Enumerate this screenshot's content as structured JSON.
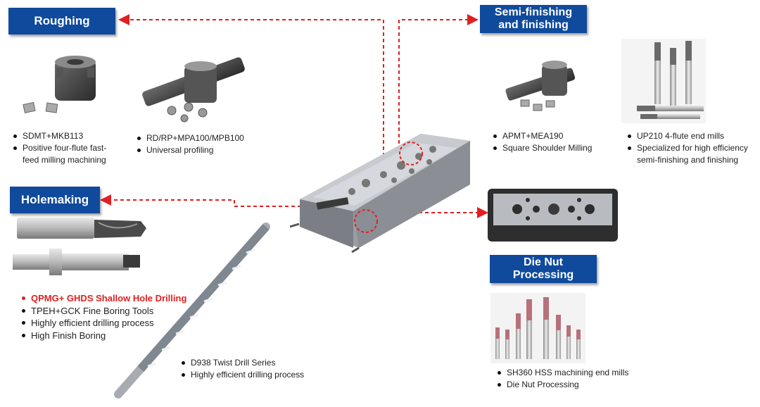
{
  "sections": {
    "roughing": {
      "title": "Roughing"
    },
    "semi_finishing": {
      "title_line1": "Semi-finishing",
      "title_line2": "and finishing"
    },
    "holemaking": {
      "title": "Holemaking"
    },
    "die_nut": {
      "title_line1": "Die Nut",
      "title_line2": "Processing"
    }
  },
  "captions": {
    "roughing_left": [
      "SDMT+MKB113",
      "Positive four-flute fast-",
      "feed milling machining"
    ],
    "roughing_right": [
      "RD/RP+MPA100/MPB100",
      "Universal profiling"
    ],
    "semi_left": [
      "APMT+MEA190",
      "Square Shoulder Milling"
    ],
    "semi_right": [
      "UP210 4-flute end mills",
      "Specialized for high efficiency",
      "semi-finishing and finishing"
    ],
    "holemaking": [
      "QPMG+ GHDS Shallow Hole Drilling",
      "TPEH+GCK Fine Boring Tools",
      "Highly efficient drilling process",
      "High Finish Boring"
    ],
    "twist_drill": [
      "D938 Twist Drill Series",
      "Highly efficient drilling process"
    ],
    "die_nut": [
      "SH360 HSS machining end mills",
      "Die Nut Processing"
    ]
  },
  "colors": {
    "badge": "#0f4a9c",
    "arrow": "#e02020",
    "highlight": "#e02020"
  }
}
